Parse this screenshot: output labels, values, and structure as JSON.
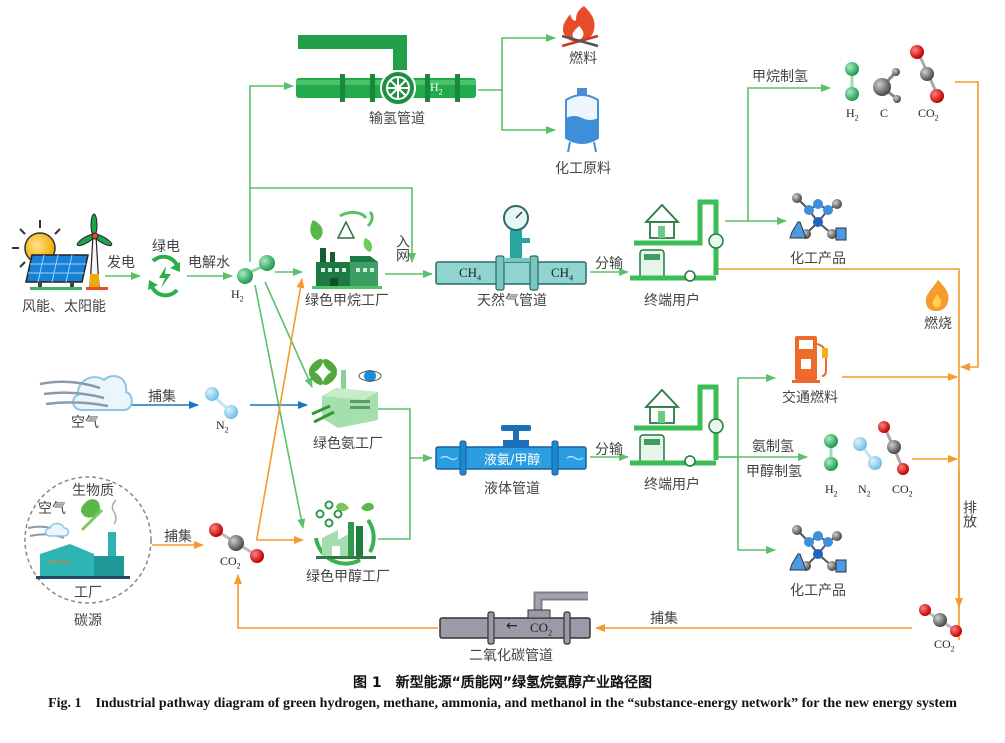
{
  "colors": {
    "green_flow": "#5cc06a",
    "orange_flow": "#f59a2c",
    "blue_flow": "#1a75c2",
    "pipe_green": "#22a94a",
    "pipe_teal": "#8fd4cf",
    "pipe_blue": "#2a9ee0",
    "pipe_gray": "#9a9aa8"
  },
  "sources": {
    "renewable": "风能、太阳能",
    "generate": "发电",
    "green_power": "绿电",
    "electrolysis": "电解水",
    "h2": {
      "main": "H",
      "sub": "2"
    },
    "air": "空气",
    "capture_n2": "捕集",
    "n2": {
      "main": "N",
      "sub": "2"
    },
    "carbon_source": {
      "air": "空气",
      "biomass": "生物质",
      "factory": "工厂",
      "title": "碳源"
    },
    "capture_co2": "捕集",
    "co2": {
      "main": "CO",
      "sub": "2"
    }
  },
  "hydrogen_pipeline": {
    "label": "输氢管道",
    "pipe_text": {
      "main": "H",
      "sub": "2"
    },
    "outputs": [
      "燃料",
      "化工原料"
    ]
  },
  "plants": {
    "methane": "绿色甲烷工厂",
    "ammonia": "绿色氨工厂",
    "methanol": "绿色甲醇工厂"
  },
  "grid_entry": "入网",
  "gas_pipeline": {
    "label": "天然气管道",
    "pipe_left": {
      "main": "CH",
      "sub": "4"
    },
    "pipe_right": {
      "main": "CH",
      "sub": "4"
    },
    "distribute": "分输"
  },
  "liquid_pipeline": {
    "label": "液体管道",
    "pipe_text": "液氨/甲醇",
    "distribute": "分输"
  },
  "end_users": [
    "终端用户",
    "终端用户"
  ],
  "upper_outputs": {
    "methane_to_h2": "甲烷制氢",
    "products": [
      {
        "main": "H",
        "sub": "2"
      },
      {
        "main": "C",
        "sub": ""
      },
      {
        "main": "CO",
        "sub": "2"
      }
    ],
    "chemical": "化工产品",
    "combustion": "燃烧"
  },
  "lower_outputs": {
    "transport_fuel": "交通燃料",
    "ammonia_to_h2": "氨制氢",
    "methanol_to_h2": "甲醇制氢",
    "products": [
      {
        "main": "H",
        "sub": "2"
      },
      {
        "main": "N",
        "sub": "2"
      },
      {
        "main": "CO",
        "sub": "2"
      }
    ],
    "chemical": "化工产品"
  },
  "emission": {
    "label": "排放",
    "co2": {
      "main": "CO",
      "sub": "2"
    },
    "capture": "捕集"
  },
  "co2_pipeline": {
    "label": "二氧化碳管道",
    "pipe_text": {
      "main": "CO",
      "sub": "2"
    },
    "arrow": "←"
  },
  "caption": {
    "cn": "图 1　新型能源“质能网”绿氢烷氨醇产业路径图",
    "en": "Fig. 1　Industrial pathway diagram of green hydrogen, methane, ammonia, and methanol in the “substance-energy network” for the new energy system"
  }
}
